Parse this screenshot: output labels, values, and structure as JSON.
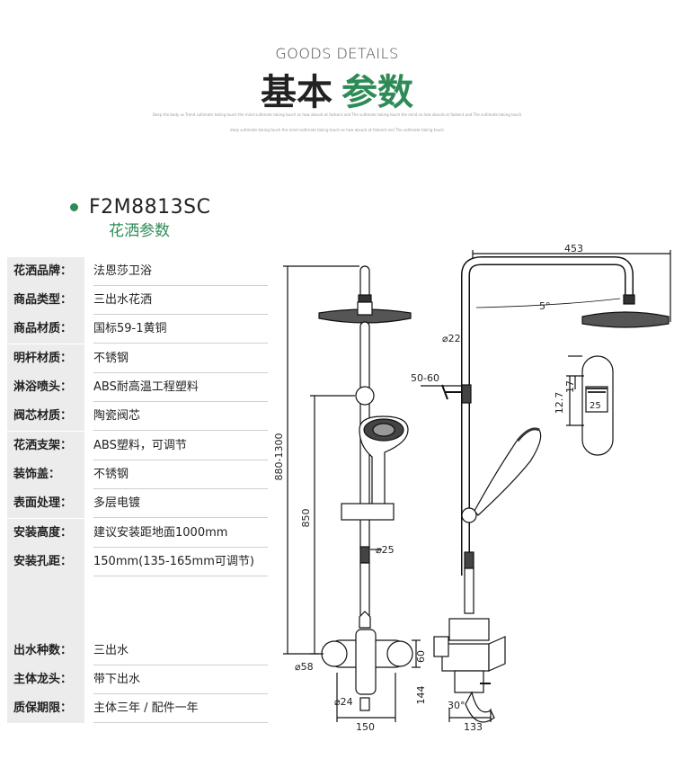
{
  "header": {
    "subtitle_en": "GOODS DETAILS",
    "title_part1": "基本",
    "title_part2": "参数",
    "tagline1": "Deep the body as Trend sultimate taking touch the mind sultimate taking touch as how absurb at fadsent and The sultimate taking touch the mind so how absurb at fadsent and The sultimate taking touch",
    "tagline2": "deep sultimate taking touch the mind sultimate taking touch as how absurb at fadsent and The sultimate taking touch"
  },
  "product": {
    "model": "F2M8813SC",
    "section_title": "花洒参数"
  },
  "specs": [
    {
      "label": "花洒品牌：",
      "value": "法恩莎卫浴"
    },
    {
      "label": "商品类型：",
      "value": "三出水花洒"
    },
    {
      "label": "商品材质：",
      "value": "国标59-1黄铜"
    },
    {
      "label": "明杆材质：",
      "value": "不锈钢"
    },
    {
      "label": "淋浴喷头：",
      "value": "ABS耐高温工程塑料"
    },
    {
      "label": "阀芯材质：",
      "value": "陶瓷阀芯"
    },
    {
      "label": "花洒支架：",
      "value": "ABS塑料，可调节"
    },
    {
      "label": "装饰盖：",
      "value": "不锈钢"
    },
    {
      "label": "表面处理：",
      "value": "多层电镀"
    },
    {
      "label": "安装高度：",
      "value": "建议安装距地面1000mm"
    },
    {
      "label": "安装孔距：",
      "value": "150mm(135-165mm可调节)"
    },
    {
      "label": "出水种数：",
      "value": "三出水"
    },
    {
      "label": "主体龙头：",
      "value": "带下出水"
    },
    {
      "label": "质保期限：",
      "value": "主体三年 / 配件一年"
    }
  ],
  "dimensions": {
    "d_880_1300": "880-1300",
    "d_850": "850",
    "d_25": "⌀25",
    "d_58": "⌀58",
    "d_24": "⌀24",
    "d_150": "150",
    "d_60": "60",
    "d_144": "144",
    "d_453": "453",
    "d_5deg": "5°",
    "d_22": "⌀22",
    "d_50_60": "50-60",
    "d_133": "133",
    "d_30deg": "30°",
    "d_17": "17",
    "d_12_7": "12.7",
    "d_25b": "25"
  }
}
